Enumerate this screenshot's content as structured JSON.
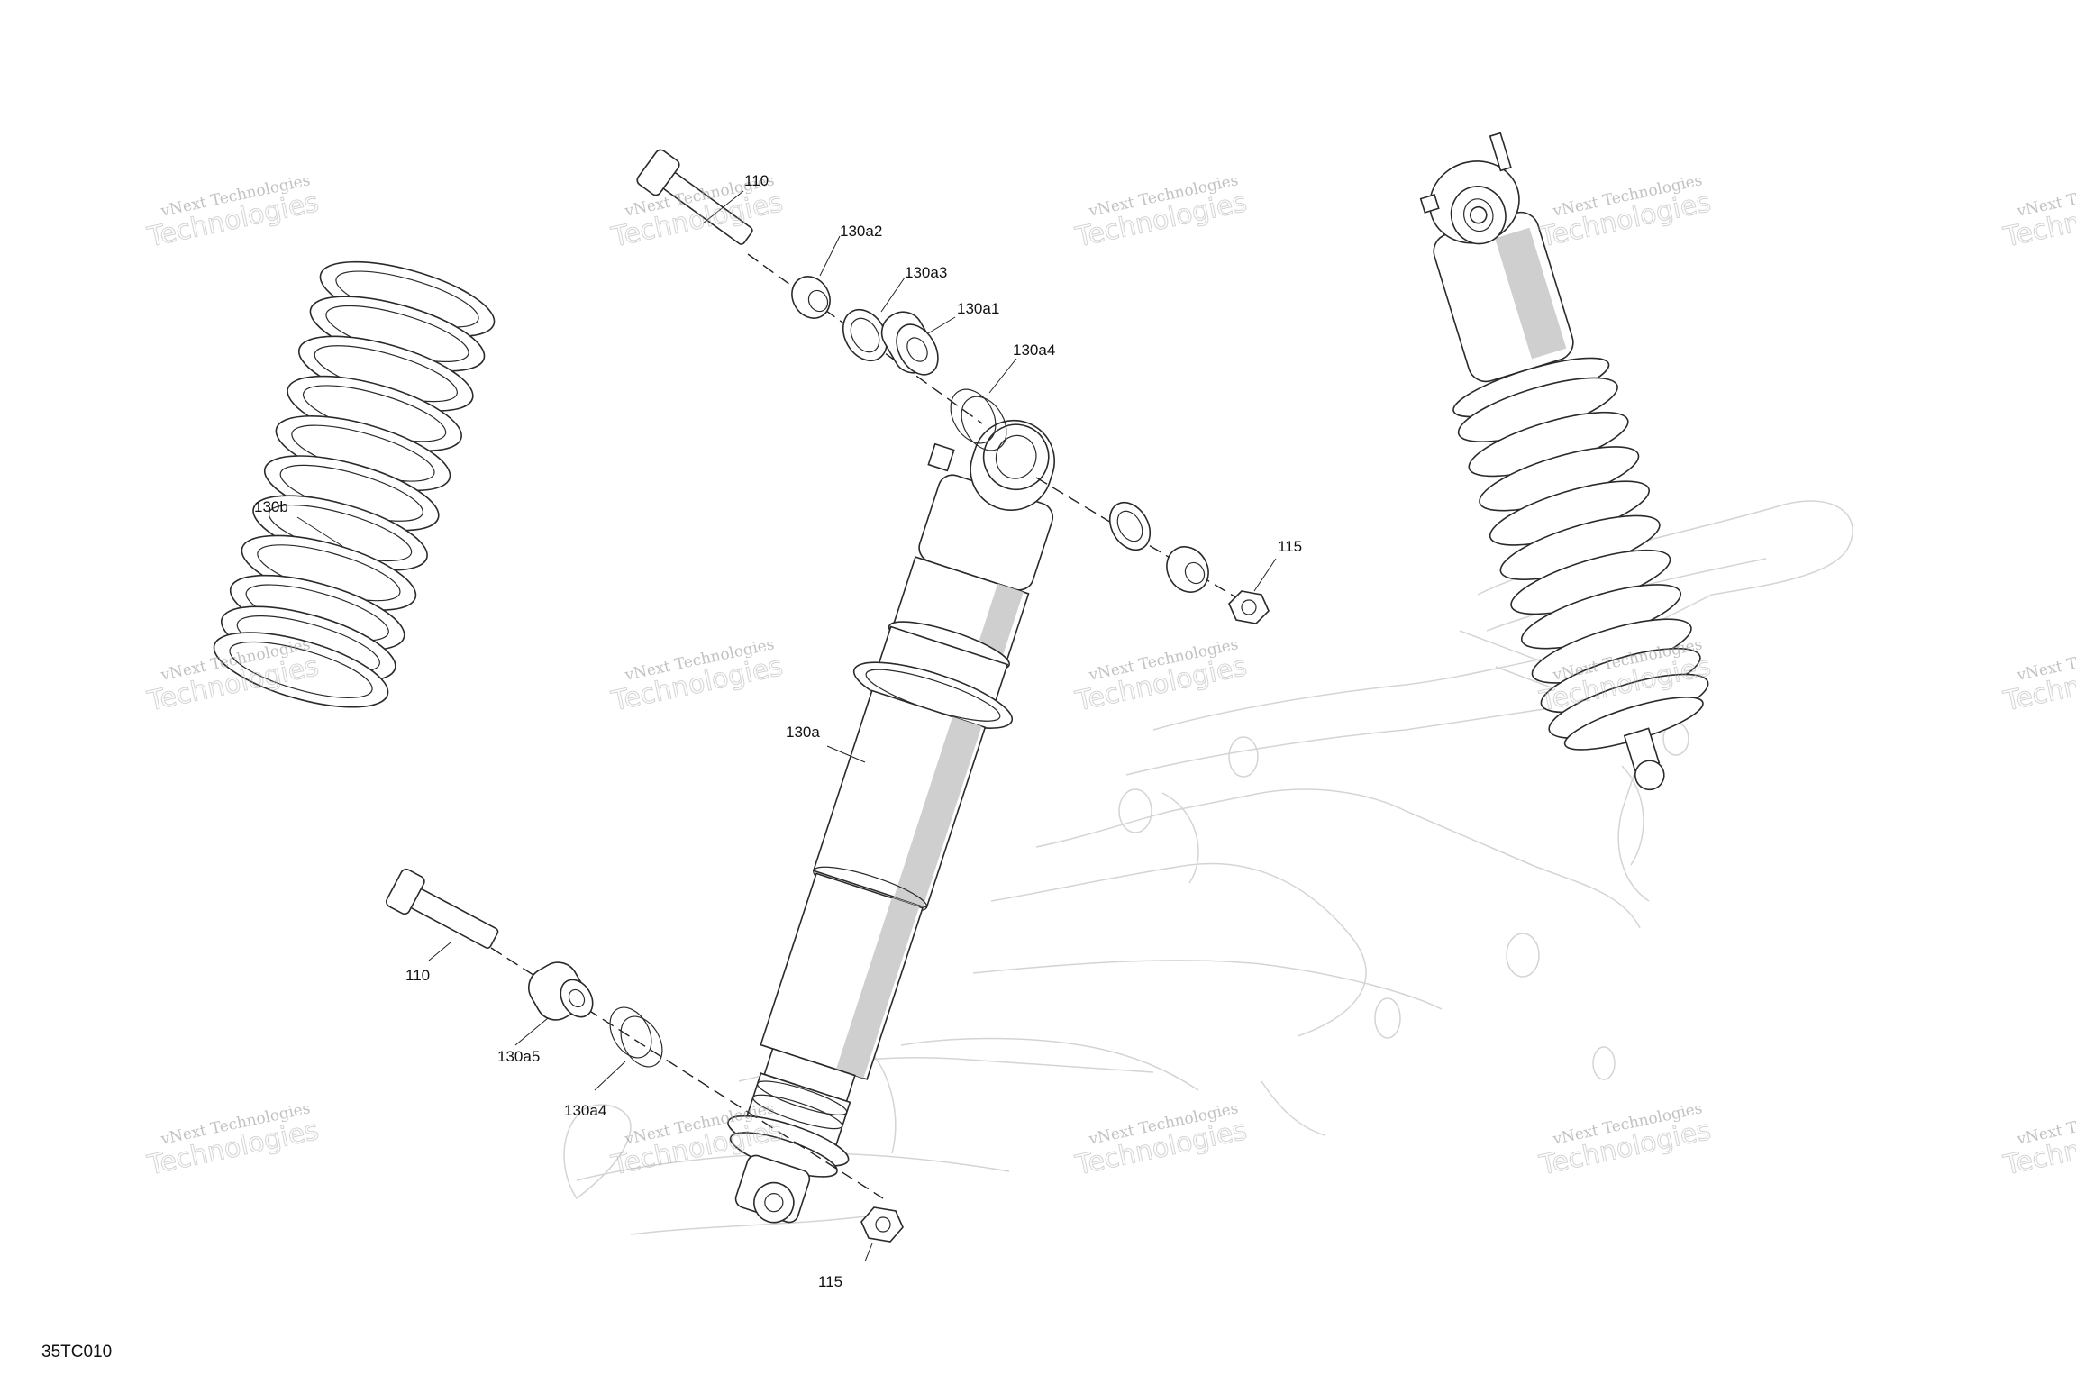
{
  "watermark": {
    "line1": "vNext Technologies",
    "line2": "Technologies",
    "stamp": "vNext"
  },
  "callouts": {
    "bolt_top": "110",
    "bushing_top": "130a2",
    "washer_top": "130a3",
    "bearing_top": "130a1",
    "circlip_top": "130a4",
    "nut_top": "115",
    "spring": "130b",
    "shock_body": "130a",
    "bolt_bottom": "110",
    "bushing_bottom": "130a5",
    "circlip_bottom": "130a4",
    "nut_bottom": "115"
  },
  "drawing_id": "35TC010"
}
